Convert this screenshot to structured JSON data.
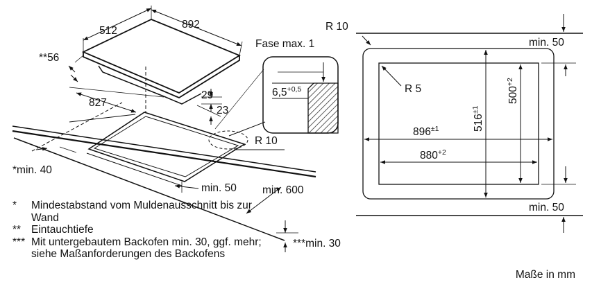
{
  "left_view": {
    "dim_depth": "512",
    "dim_width": "892",
    "dim_immersion": "**56",
    "dim_827": "827",
    "dim_29": "29",
    "dim_23": "23",
    "chamfer": "Fase max. 1",
    "detail_value": "6,5",
    "detail_tolerance": "+0,5",
    "radius": "R 10",
    "min_wall": "*min. 40",
    "min_front": "min. 50",
    "min_cabinet": "min. 600",
    "min_bottom": "***min. 30"
  },
  "right_view": {
    "radius_outer": "R 10",
    "radius_inner": "R 5",
    "min_top": "min. 50",
    "min_bottom": "min. 50",
    "width_outer": "896",
    "width_outer_tol": "±1",
    "width_inner": "880",
    "width_inner_tol": "+2",
    "height_outer": "516",
    "height_outer_tol": "±1",
    "height_inner": "500",
    "height_inner_tol": "+2"
  },
  "notes": [
    {
      "mark": "*",
      "text": "Mindestabstand vom Muldenausschnitt bis zur Wand"
    },
    {
      "mark": "**",
      "text": "Eintauchtiefe"
    },
    {
      "mark": "***",
      "text": "Mit untergebautem Backofen min. 30, ggf. mehr; siehe Maßanforderungen des Backofens"
    }
  ],
  "footer": "Maße in mm"
}
